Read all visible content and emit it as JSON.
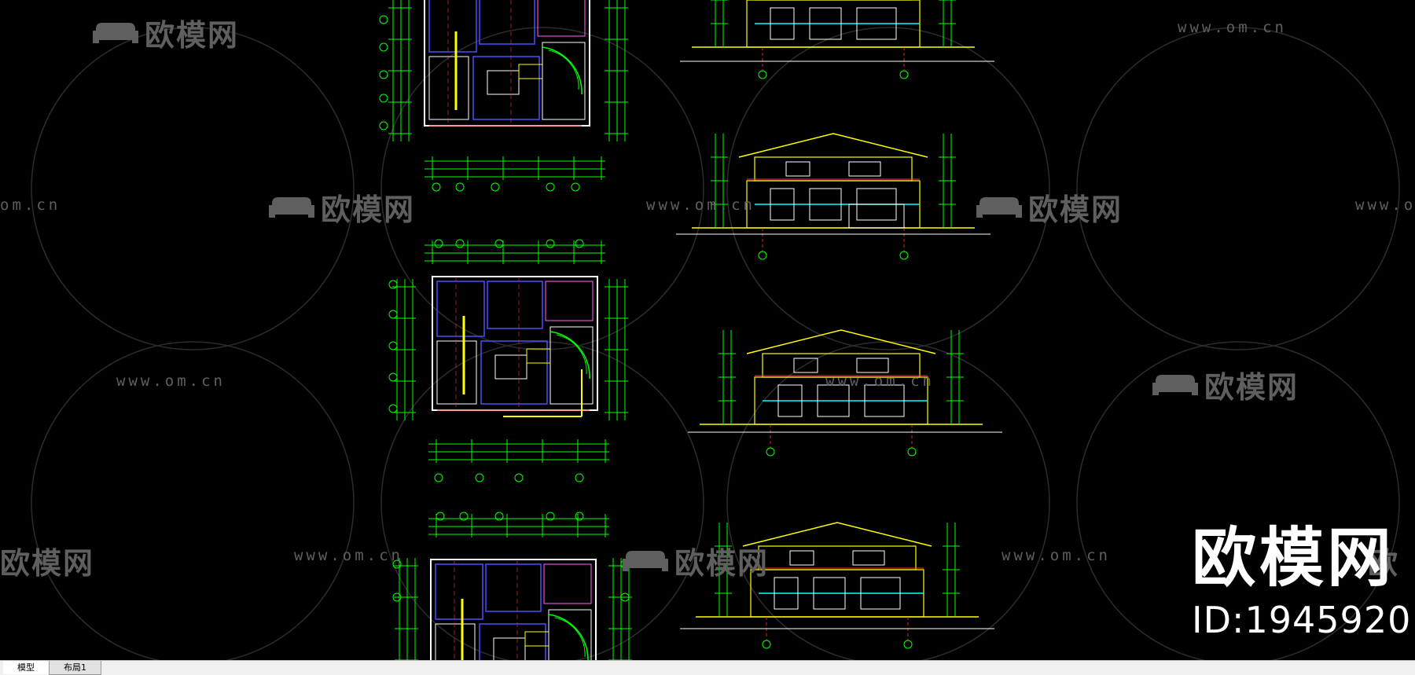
{
  "watermark": {
    "url": "www.om.cn",
    "logo": "欧模网",
    "url_left": "om.cn",
    "url_right": "www.o",
    "logo_left": "欧模网",
    "logo_right": "欧"
  },
  "brand": {
    "name": "欧模网",
    "id": "ID:1945920"
  },
  "tabs": [
    {
      "label": "模型"
    },
    {
      "label": "布局1"
    }
  ],
  "colors": {
    "background": "#000000",
    "walls": "#ffffff",
    "dimensions": "#00ff00",
    "fixtures": "#ffff00",
    "blue_lines": "#4d4dff",
    "cyan": "#00ffff",
    "magenta": "#ff00ff",
    "watermark": "#5f5f5f"
  }
}
